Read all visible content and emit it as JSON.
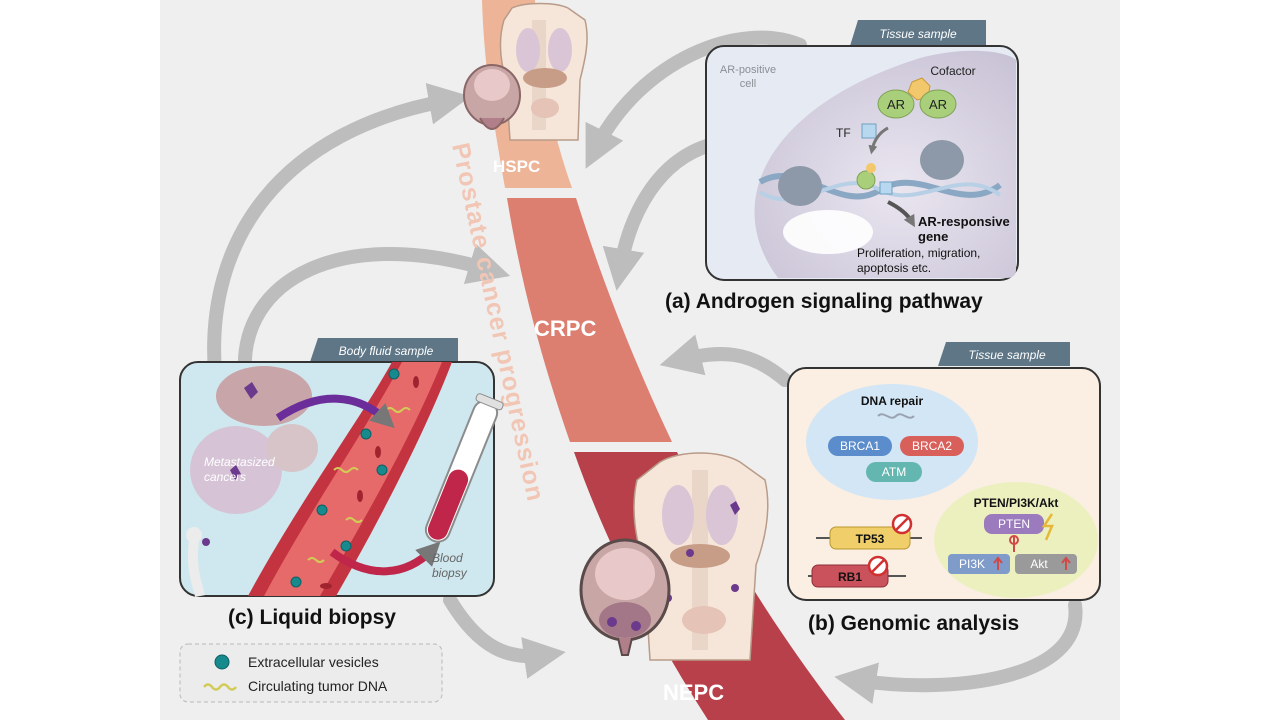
{
  "stages": {
    "hspc": "HSPC",
    "crpc": "CRPC",
    "nepc": "NEPC"
  },
  "band_label": "Prostate cancer progression",
  "panel_a": {
    "tag": "Tissue sample",
    "cell_label_1": "AR-positive",
    "cell_label_2": "cell",
    "cofactor": "Cofactor",
    "ar": "AR",
    "tf": "TF",
    "gene_1": "AR-responsive",
    "gene_2": "gene",
    "effects_1": "Proliferation, migration,",
    "effects_2": "apoptosis etc.",
    "title": "(a) Androgen signaling pathway"
  },
  "panel_b": {
    "tag": "Tissue sample",
    "dna_repair": "DNA repair",
    "brca1": "BRCA1",
    "brca2": "BRCA2",
    "atm": "ATM",
    "tp53": "TP53",
    "rb1": "RB1",
    "pathway": "PTEN/PI3K/Akt",
    "pten": "PTEN",
    "pi3k": "PI3K",
    "akt": "Akt",
    "title": "(b) Genomic analysis"
  },
  "panel_c": {
    "tag": "Body fluid sample",
    "metastasized_1": "Metastasized",
    "metastasized_2": "cancers",
    "blood_1": "Blood",
    "blood_2": "biopsy",
    "title": "(c) Liquid biopsy"
  },
  "legend": {
    "vesicles": "Extracellular vesicles",
    "dna": "Circulating tumor DNA"
  },
  "colors": {
    "band_top": "#f0b49a",
    "band_bottom": "#b2353d",
    "tag_bg": "#5e7686",
    "arrow": "#bdbdbd",
    "dna_repair_bubble": "#d2e6f5",
    "pathway_bubble": "#ecf0bf"
  }
}
